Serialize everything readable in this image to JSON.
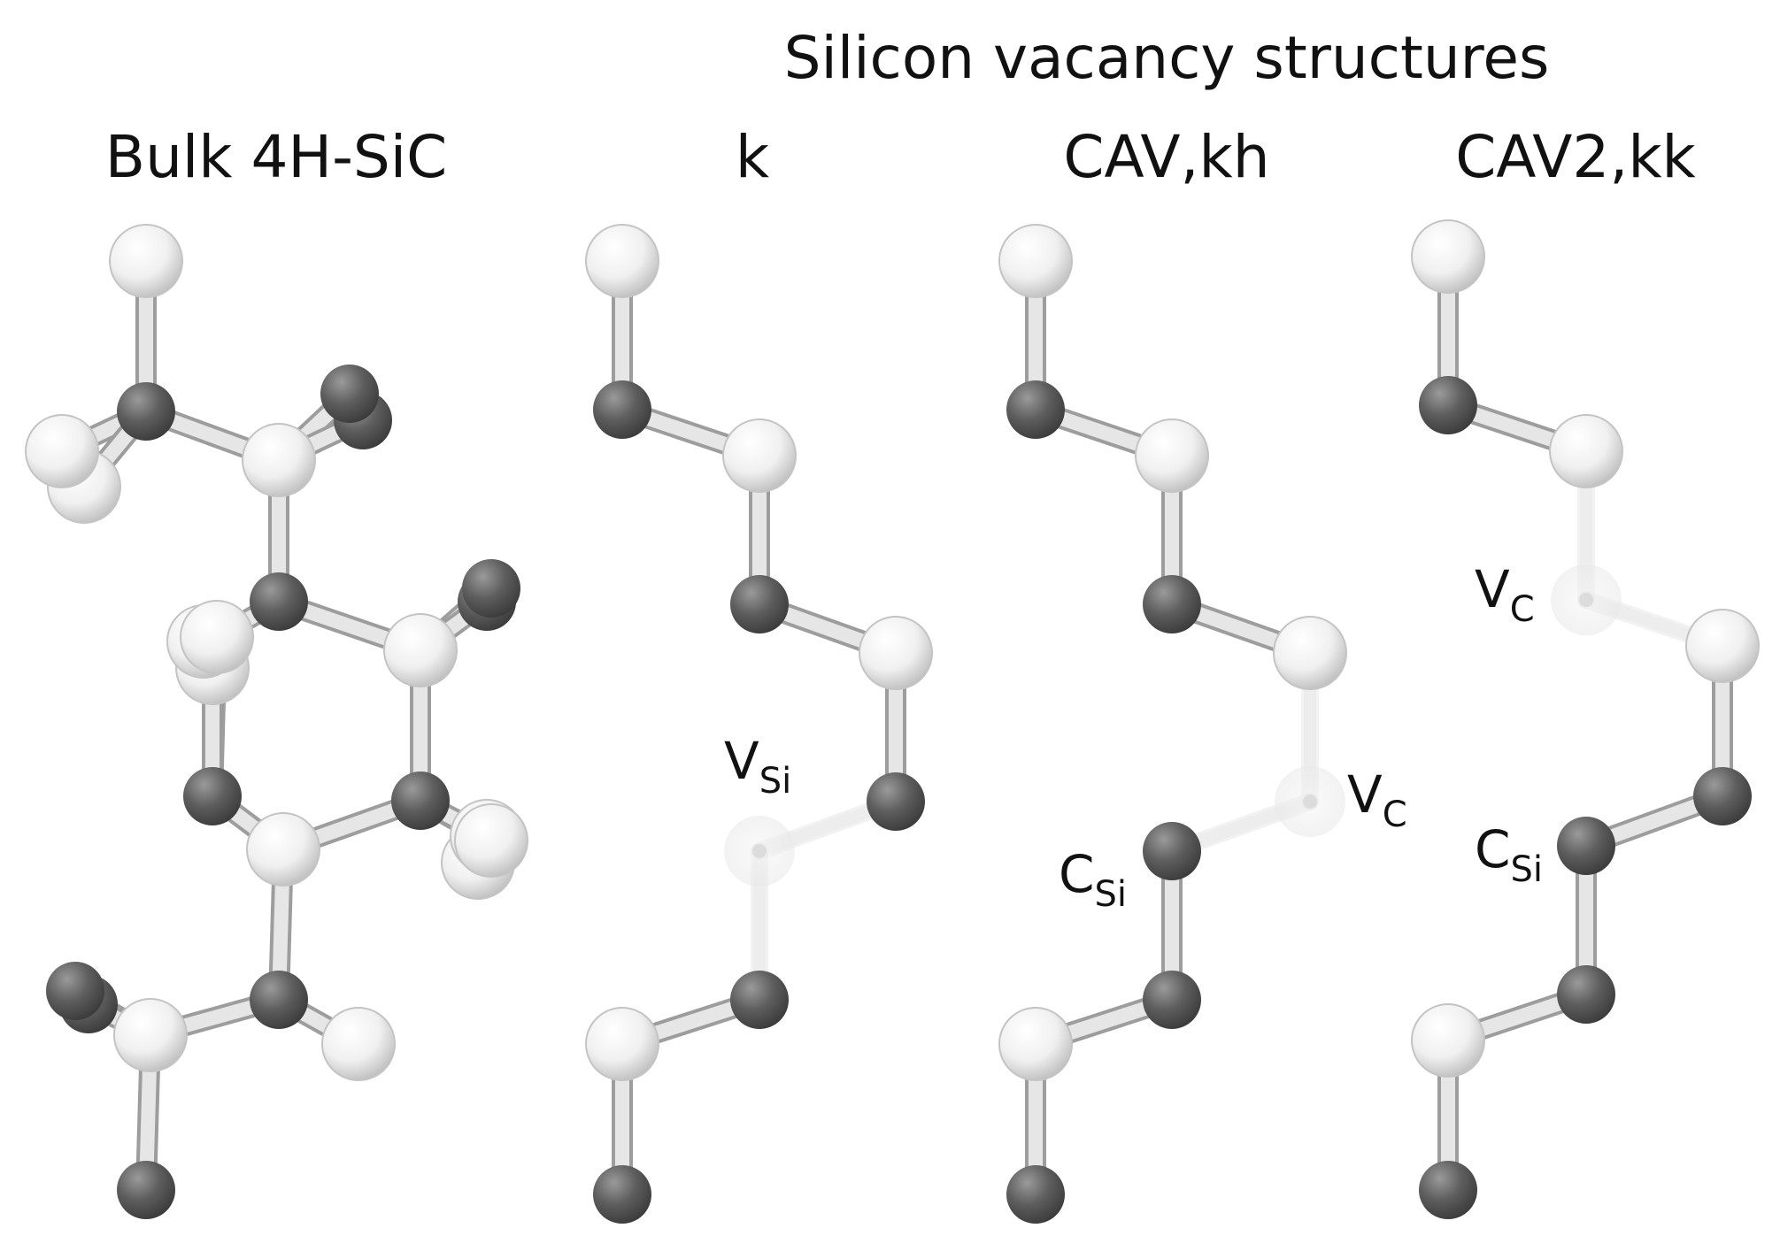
{
  "figure": {
    "title": "Silicon vacancy structures",
    "panels": [
      {
        "id": "bulk",
        "title": "Bulk 4H-SiC"
      },
      {
        "id": "k",
        "title": "k"
      },
      {
        "id": "cav-kh",
        "title": "CAV,kh"
      },
      {
        "id": "cav2-kk",
        "title": "CAV2,kk"
      }
    ],
    "defect_labels": {
      "v_si": {
        "main": "V",
        "sub": "Si"
      },
      "v_c_kh": {
        "main": "V",
        "sub": "C"
      },
      "c_si_kh": {
        "main": "C",
        "sub": "Si"
      },
      "v_c_kk": {
        "main": "V",
        "sub": "C"
      },
      "c_si_kk": {
        "main": "C",
        "sub": "Si"
      }
    }
  },
  "colors": {
    "background": "#ffffff",
    "silicon_atom": "#f2f2f2",
    "carbon_atom": "#5e5e5e",
    "bond": "#e6e6e6",
    "vacancy": "#ededed",
    "text": "#111111"
  }
}
